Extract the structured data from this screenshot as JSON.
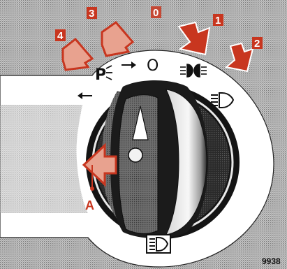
{
  "diagram": {
    "positions": {
      "p4": "4",
      "p3": "3",
      "p0": "0",
      "p1": "1",
      "p2": "2"
    },
    "switch_symbols": {
      "parking": "P",
      "off": "O"
    },
    "callout": "A",
    "figure_number": "9938",
    "colors": {
      "arrow_red": "#c8361f",
      "dial_black": "#141414",
      "background_gray": "#b9b9b9"
    },
    "icons": [
      "parking-light-icon",
      "left-arrow-icon",
      "right-arrow-icon",
      "side-light-icon",
      "headlamp-icon",
      "fog-light-icon",
      "direction-arrow-icon"
    ]
  }
}
